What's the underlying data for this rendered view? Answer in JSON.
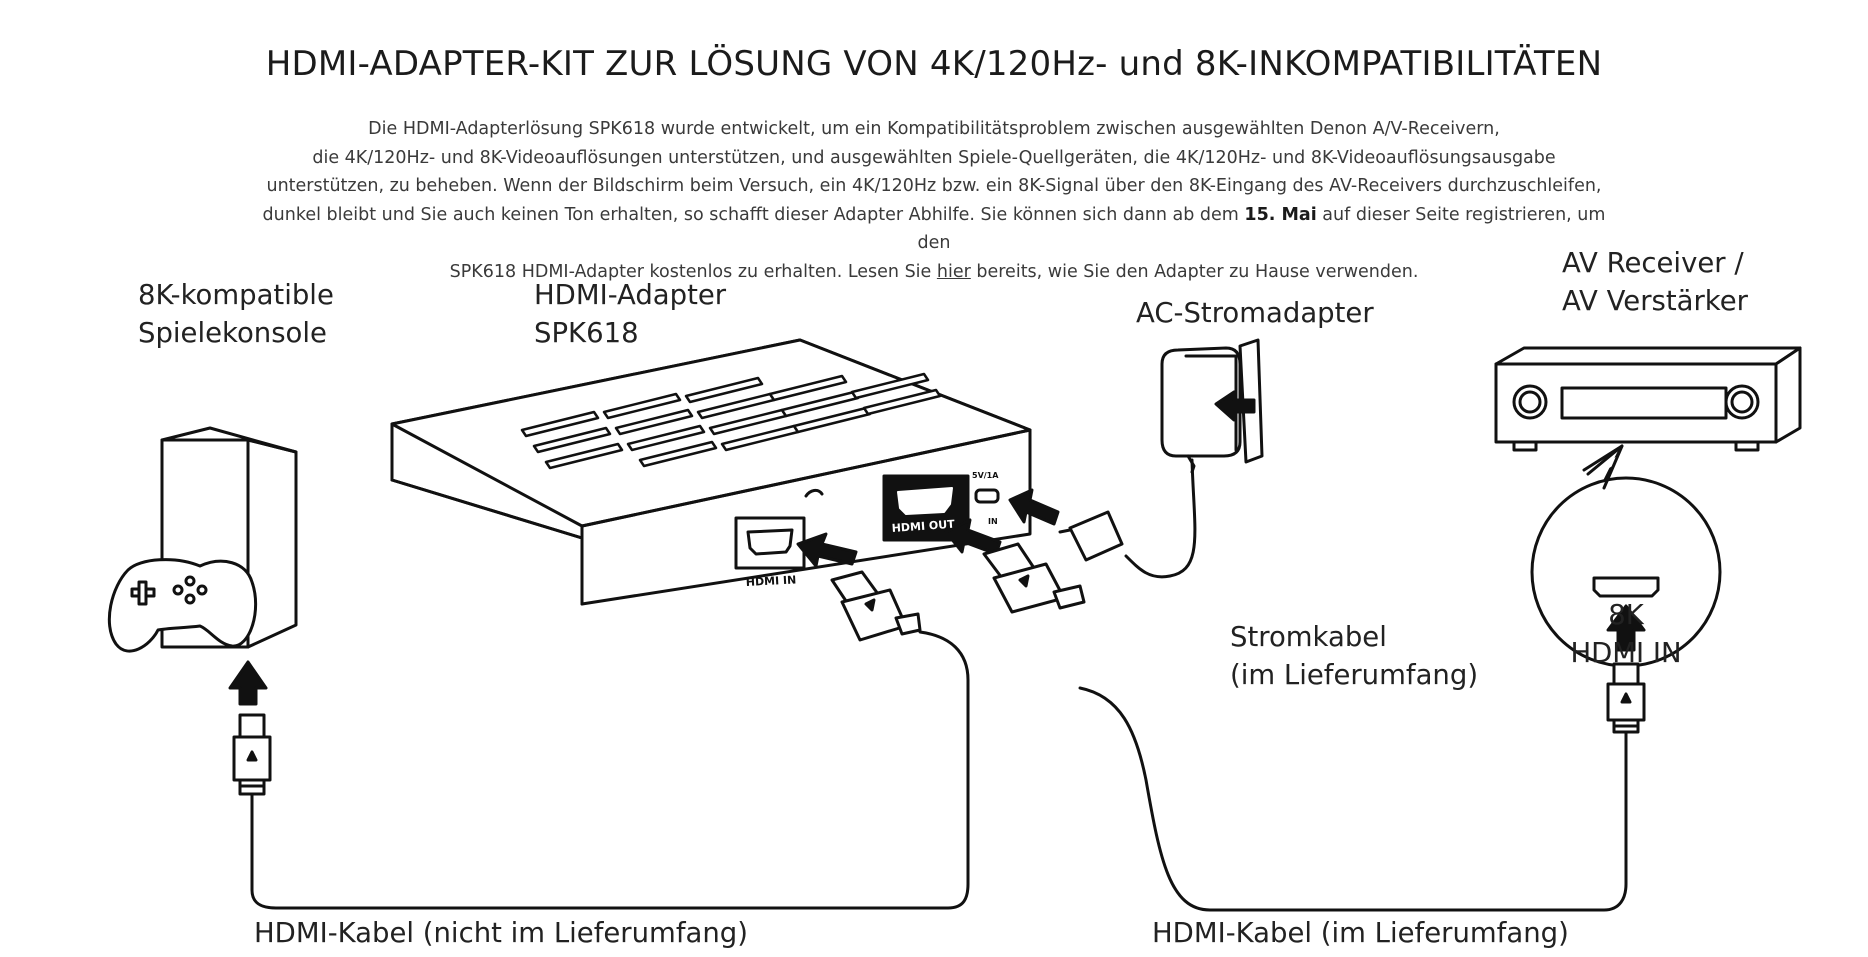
{
  "heading": "HDMI-ADAPTER-KIT ZUR LÖSUNG VON 4K/120Hz- und 8K-INKOMPATIBILITÄTEN",
  "intro": {
    "line1": "Die HDMI-Adapterlösung SPK618 wurde entwickelt, um ein Kompatibilitätsproblem zwischen ausgewählten Denon A/V-Receivern,",
    "line2": "die 4K/120Hz- und 8K-Videoauflösungen unterstützen, und ausgewählten Spiele-Quellgeräten, die 4K/120Hz- und 8K-Videoauflösungsausgabe",
    "line3": "unterstützen, zu beheben. Wenn der Bildschirm beim Versuch, ein 4K/120Hz bzw. ein 8K-Signal über den 8K-Eingang des AV-Receivers durchzuschleifen,",
    "line4_a": "dunkel bleibt und Sie auch keinen Ton erhalten, so schafft dieser Adapter Abhilfe. Sie können sich dann ab dem ",
    "line4_bold": "15. Mai",
    "line4_b": " auf dieser Seite registrieren, um den",
    "line5_a": "SPK618 HDMI-Adapter kostenlos zu erhalten. Lesen Sie ",
    "line5_link": "hier",
    "line5_b": " bereits, wie Sie den Adapter zu Hause verwenden."
  },
  "diagram": {
    "console_label_1": "8K-kompatible",
    "console_label_2": "Spielekonsole",
    "adapter_label_1": "HDMI-Adapter",
    "adapter_label_2": "SPK618",
    "power_label": "AC-Stromadapter",
    "receiver_label_1": "AV Receiver /",
    "receiver_label_2": "AV Verstärker",
    "power_cable_1": "Stromkabel",
    "power_cable_2": "(im Lieferumfang)",
    "hdmi_in_bubble_1": "8K",
    "hdmi_in_bubble_2": "HDMI IN",
    "cable_left": "HDMI-Kabel (nicht im Lieferumfang)",
    "cable_right": "HDMI-Kabel (im Lieferumfang)",
    "port_hdmi_in": "HDMI IN",
    "port_hdmi_out": "HDMI OUT",
    "port_dc": "5V/1A",
    "port_dc_in": "IN"
  }
}
